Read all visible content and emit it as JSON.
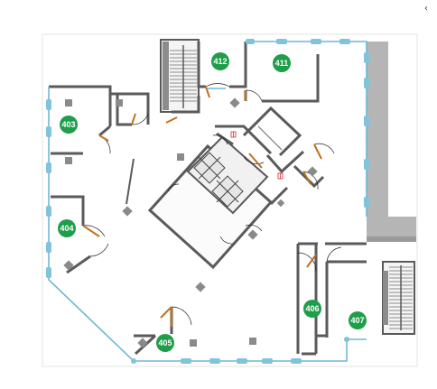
{
  "map": {
    "rooms": [
      {
        "id": "403",
        "label": "403"
      },
      {
        "id": "404",
        "label": "404"
      },
      {
        "id": "405",
        "label": "405"
      },
      {
        "id": "406",
        "label": "406"
      },
      {
        "id": "407",
        "label": "407"
      },
      {
        "id": "411",
        "label": "411"
      },
      {
        "id": "412",
        "label": "412"
      }
    ],
    "room_badge_color": "#1f9e4a",
    "glass_wall_color": "#6fb7d3",
    "wall_color": "#5a5a5a",
    "door_color": "#c0701f",
    "core_marker_color": "#d9262b"
  }
}
